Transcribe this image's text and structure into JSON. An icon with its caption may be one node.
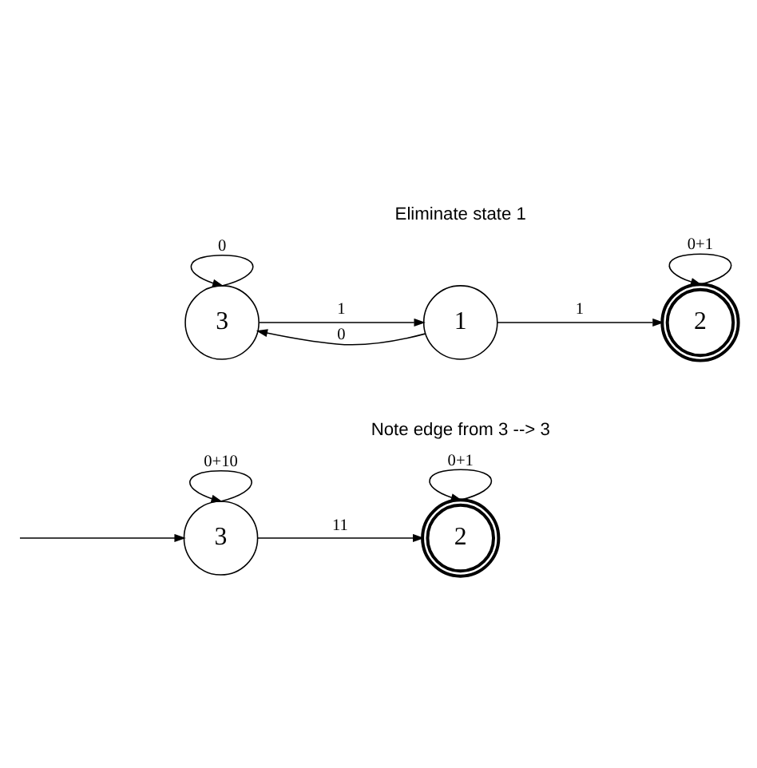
{
  "diagram": {
    "nodes": [
      {
        "text": [
          "3"
        ]
      },
      {
        "text": [
          "1"
        ]
      },
      {
        "text": [
          "2"
        ]
      },
      {
        "text": [
          "3"
        ]
      },
      {
        "text": [
          "2"
        ]
      }
    ],
    "edges": [
      {
        "from": 0,
        "to": 0,
        "arrow": "to",
        "label": "0"
      },
      {
        "from": 0,
        "to": 1,
        "arrow": "to",
        "label": "1"
      },
      {
        "from": 1,
        "to": 0,
        "arrow": "to",
        "label": "0"
      },
      {
        "from": 1,
        "to": 2,
        "arrow": "to",
        "label": "1"
      },
      {
        "from": 2,
        "to": 2,
        "arrow": "to",
        "label": "0+1"
      },
      {
        "from": 3,
        "to": 3,
        "arrow": "to",
        "label": "0+10"
      },
      {
        "from": null,
        "to": 3,
        "arrow": "to"
      },
      {
        "from": 3,
        "to": 4,
        "arrow": "to",
        "label": "11"
      },
      {
        "from": 4,
        "to": 4,
        "arrow": "to",
        "label": "0+1"
      }
    ],
    "labels": [
      "Eliminate state 1",
      "Note edge from 3 --> 3"
    ]
  }
}
